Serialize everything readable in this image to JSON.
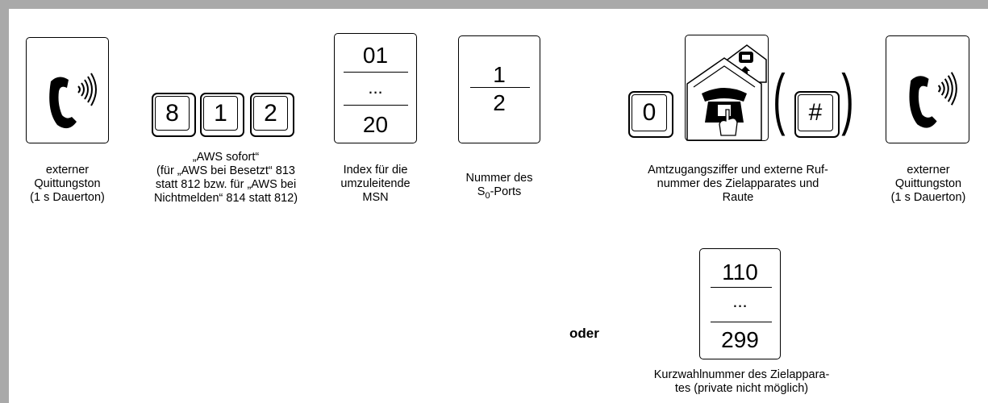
{
  "steps": [
    {
      "id": "tone1",
      "caption": [
        "externer",
        "Quittungston",
        "(1 s Dauerton)"
      ],
      "icon": "phone-ringing-icon"
    },
    {
      "id": "code",
      "keys": [
        "8",
        "1",
        "2"
      ],
      "caption": [
        "„AWS sofort“",
        "(für „AWS bei Besetzt“ 813",
        "statt 812 bzw. für „AWS bei",
        "Nichtmelden“ 814 statt 812)"
      ]
    },
    {
      "id": "msn-index",
      "values": [
        "01",
        "...",
        "20"
      ],
      "caption": [
        "Index für die",
        "umzuleitende",
        "MSN"
      ]
    },
    {
      "id": "s0-port",
      "values": [
        "1",
        "2"
      ],
      "caption_line1": "Nummer des",
      "caption_line2_prefix": "S",
      "caption_line2_sub": "0",
      "caption_line2_suffix": "-Ports"
    },
    {
      "id": "external",
      "key_zero": "0",
      "key_hash": "#",
      "icon": "house-phone-icon",
      "caption": [
        "Amtzugangsziffer und externe Ruf-",
        "nummer des Zielapparates und",
        "Raute"
      ]
    },
    {
      "id": "tone2",
      "caption": [
        "externer",
        "Quittungston",
        "(1 s Dauerton)"
      ],
      "icon": "phone-ringing-icon"
    }
  ],
  "alternative": {
    "label": "oder",
    "values": [
      "110",
      "...",
      "299"
    ],
    "caption": [
      "Kurzwahlnummer des Zielappara-",
      "tes (private nicht möglich)"
    ]
  }
}
